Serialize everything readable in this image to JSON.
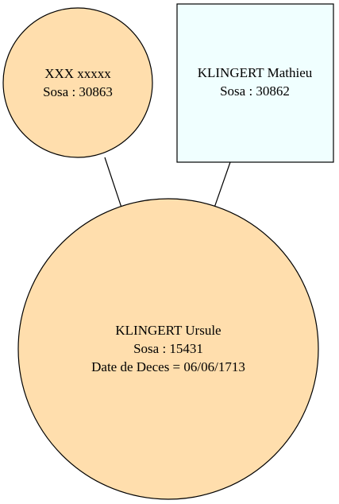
{
  "diagram": {
    "nodes": [
      {
        "id": "node-30863",
        "shape": "circle",
        "fill": "#ffdead",
        "lines": [
          "XXX xxxxx",
          "Sosa : 30863"
        ]
      },
      {
        "id": "node-30862",
        "shape": "box",
        "fill": "#f0ffff",
        "lines": [
          "KLINGERT Mathieu",
          "Sosa : 30862"
        ]
      },
      {
        "id": "node-15431",
        "shape": "circle",
        "fill": "#ffdead",
        "lines": [
          "KLINGERT Ursule",
          "Sosa : 15431",
          "Date de Deces = 06/06/1713"
        ]
      }
    ],
    "edges": [
      {
        "from": "node-30863",
        "to": "node-15431"
      },
      {
        "from": "node-30862",
        "to": "node-15431"
      }
    ]
  }
}
